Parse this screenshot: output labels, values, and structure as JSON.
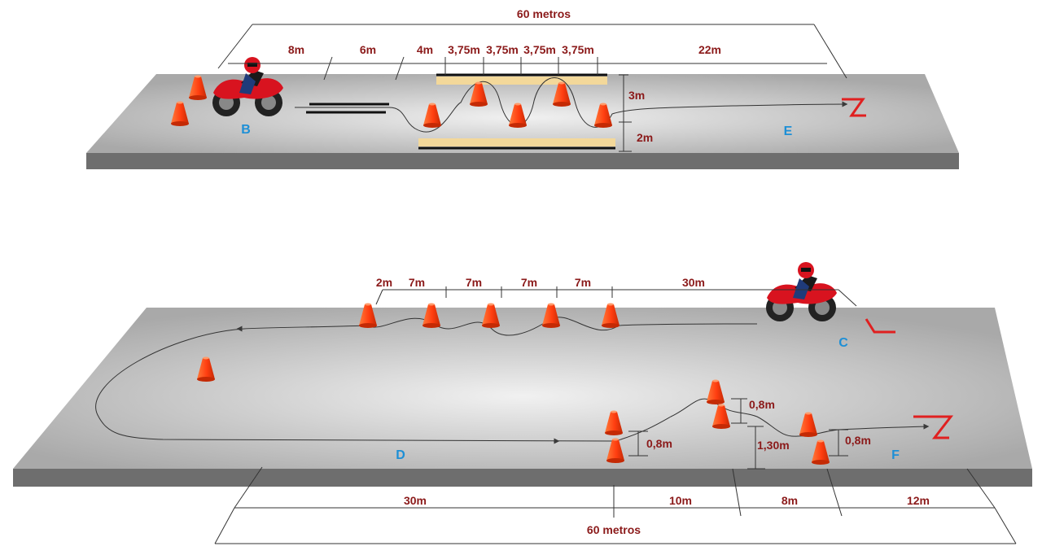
{
  "top": {
    "total_label": "60 metros",
    "segments": [
      "8m",
      "6m",
      "4m",
      "3,75m",
      "3,75m",
      "3,75m",
      "3,75m",
      "22m"
    ],
    "width_labels": [
      "3m",
      "2m"
    ],
    "points": [
      "B",
      "E"
    ]
  },
  "bottom": {
    "top_segments": [
      "2m",
      "7m",
      "7m",
      "7m",
      "7m",
      "30m"
    ],
    "bottom_segments": [
      "30m",
      "10m",
      "8m",
      "12m"
    ],
    "total_label": "60 metros",
    "side_labels": [
      "0,8m",
      "0,8m",
      "1,30m",
      "0,8m"
    ],
    "points": [
      "C",
      "D",
      "F"
    ]
  },
  "colors": {
    "cone": "#ff4e1a",
    "road": "#c8c8c8",
    "road_edge": "#6e6e6e",
    "path": "#3a3a3a",
    "dimension_text": "#8b1a1a",
    "point_label": "#1d8fd6",
    "endmark": "#e02020",
    "motorcycle": "#d8131f"
  }
}
